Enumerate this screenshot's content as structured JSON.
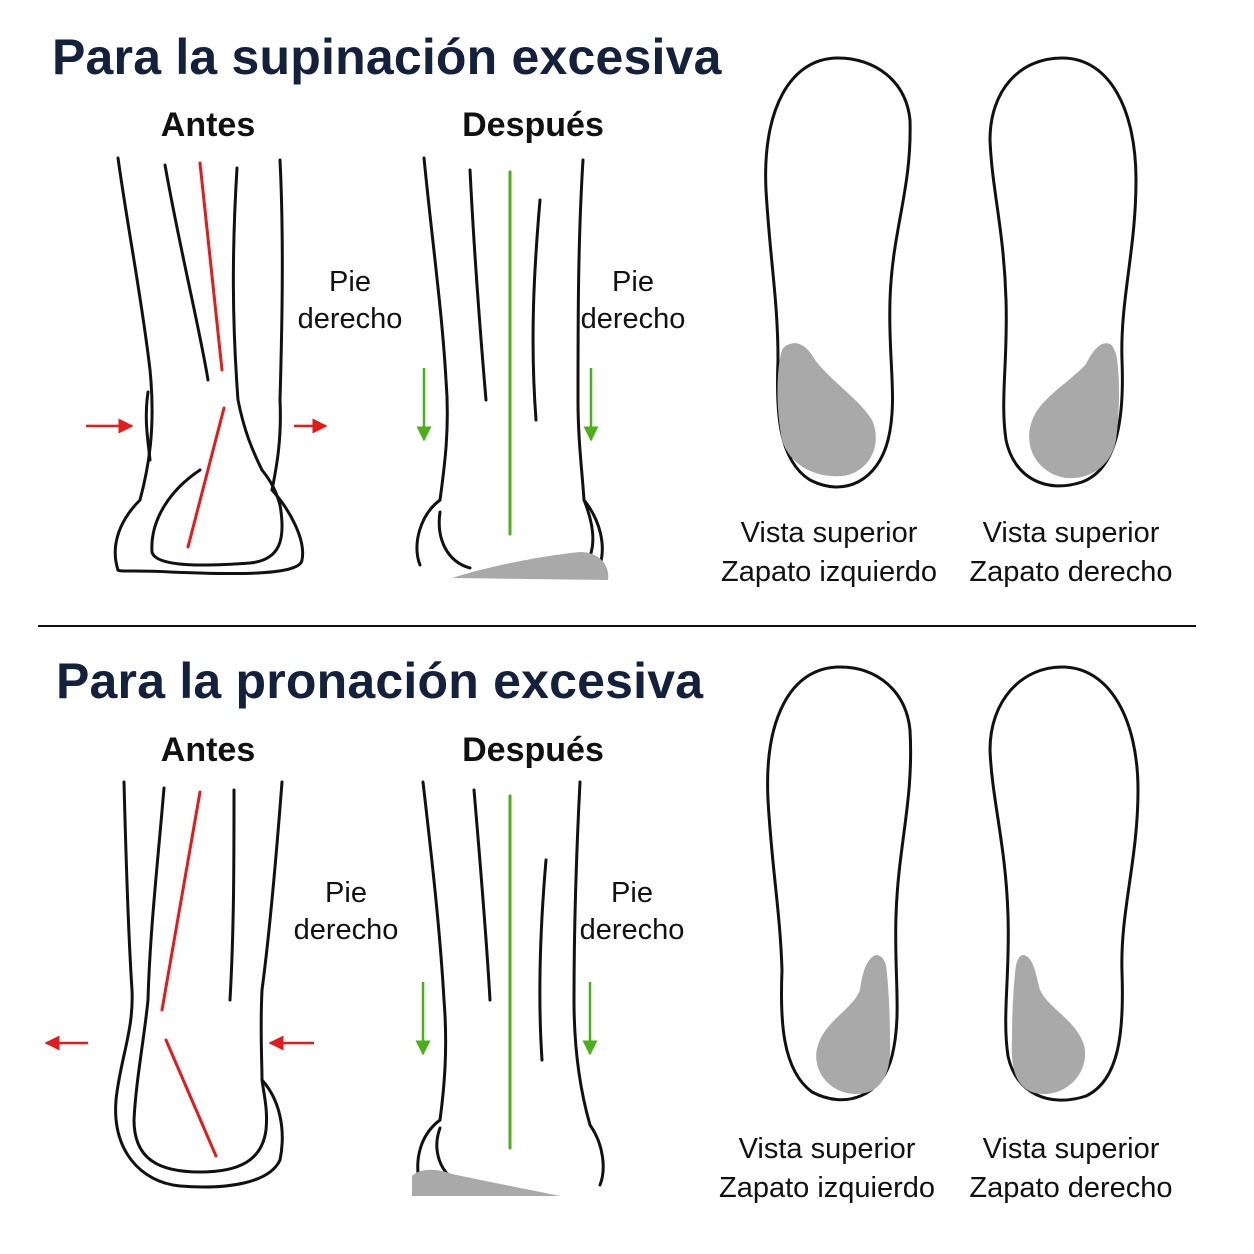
{
  "colors": {
    "title": "#14213d",
    "misalign_line": "#e31b1b",
    "correct_line": "#4caf1a",
    "wedge": "#a9a9a9",
    "outline": "#111111"
  },
  "sections": [
    {
      "title": "Para la supinación excesiva",
      "before_label": "Antes",
      "after_label": "Después",
      "foot_label_before": "Pie\nderecho",
      "foot_label_after": "Pie\nderecho",
      "arrow_direction_before": "right",
      "insoles": [
        {
          "line1": "Vista superior",
          "line2": "Zapato izquierdo",
          "wedge_side": "lateral"
        },
        {
          "line1": "Vista superior",
          "line2": "Zapato derecho",
          "wedge_side": "lateral"
        }
      ]
    },
    {
      "title": "Para la pronación excesiva",
      "before_label": "Antes",
      "after_label": "Después",
      "foot_label_before": "Pie\nderecho",
      "foot_label_after": "Pie\nderecho",
      "arrow_direction_before": "left",
      "insoles": [
        {
          "line1": "Vista superior",
          "line2": "Zapato izquierdo",
          "wedge_side": "medial"
        },
        {
          "line1": "Vista superior",
          "line2": "Zapato derecho",
          "wedge_side": "medial"
        }
      ]
    }
  ]
}
